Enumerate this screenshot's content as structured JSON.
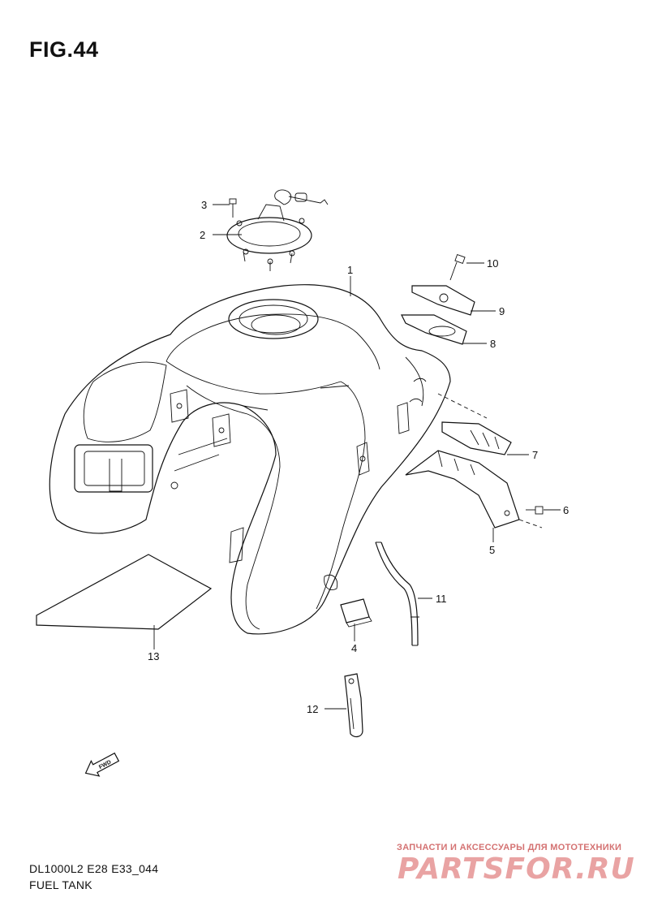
{
  "figure": {
    "title": "FIG.44"
  },
  "parts": [
    {
      "no": "1"
    },
    {
      "no": "2"
    },
    {
      "no": "3"
    },
    {
      "no": "4"
    },
    {
      "no": "5"
    },
    {
      "no": "6"
    },
    {
      "no": "7"
    },
    {
      "no": "8"
    },
    {
      "no": "9"
    },
    {
      "no": "10"
    },
    {
      "no": "11"
    },
    {
      "no": "12"
    },
    {
      "no": "13"
    }
  ],
  "fwd_label": "FWD",
  "footer": {
    "code": "DL1000L2 E28 E33_044",
    "name": "FUEL TANK"
  },
  "watermark": {
    "tagline": "ЗАПЧАСТИ И АКСЕССУАРЫ ДЛЯ МОТОТЕХНИКИ",
    "logo": "PARTSFOR.RU"
  },
  "colors": {
    "line": "#111111",
    "watermark": "#e9a3a3",
    "watermark_text": "#d47272"
  }
}
